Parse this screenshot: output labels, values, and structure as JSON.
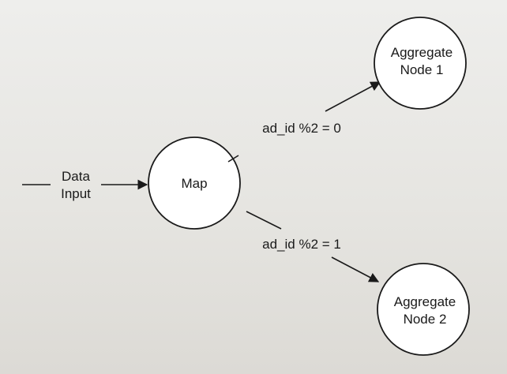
{
  "diagram": {
    "input_label_line1": "Data",
    "input_label_line2": "Input",
    "map_label": "Map",
    "edge_top_label": "ad_id %2 = 0",
    "edge_bottom_label": "ad_id %2 = 1",
    "agg1_line1": "Aggregate",
    "agg1_line2": "Node 1",
    "agg2_line1": "Aggregate",
    "agg2_line2": "Node 2"
  },
  "colors": {
    "ink": "#1a1a1a",
    "paper": "#e9e8e4",
    "node_fill": "#ffffff"
  }
}
